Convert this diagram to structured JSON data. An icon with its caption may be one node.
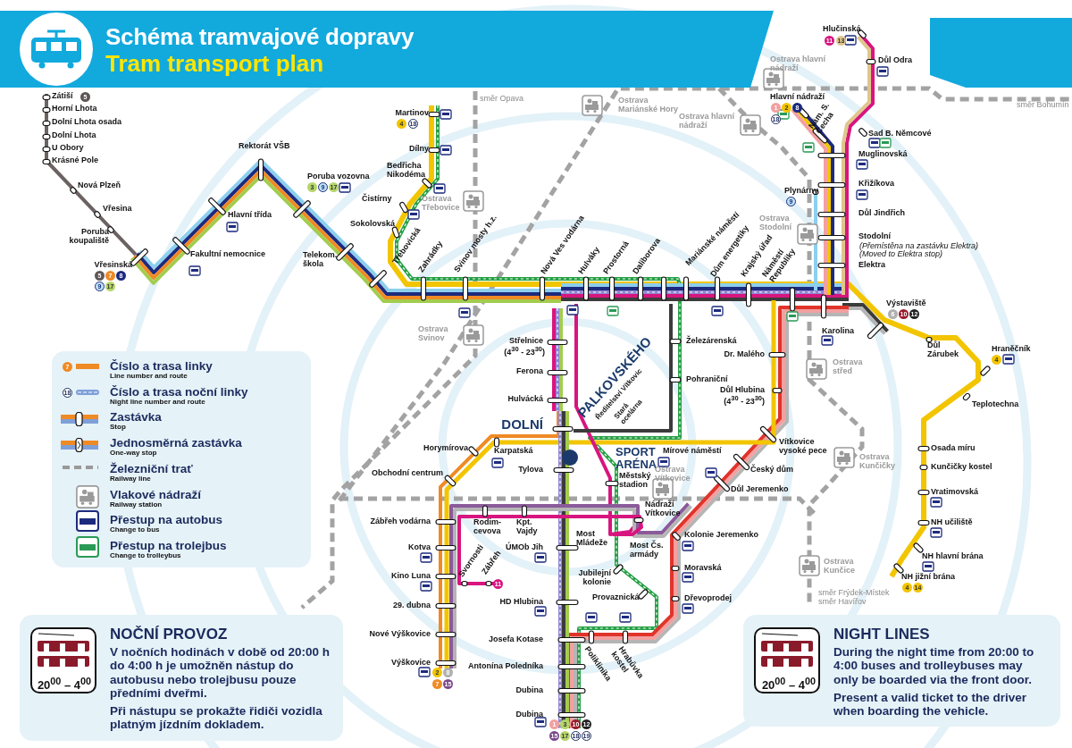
{
  "diagram": {
    "title": "Schéma tramvajové dopravy",
    "nodes": [
      {
        "text": [
          "NOČNÍ PROVOZ",
          "V nočních hodinách v době od 20:00 h do 4:00 h je umožněn nástup do autobusu nebo trolejbusu pouze předními dveřmi.",
          "Při nástupu se prokažte řidiči vozidla platným jízdním dokladem."
        ]
      },
      {
        "text": [
          "NIGHT LINES",
          "During the night time from 20:00 to 4:00 buses and trolleybuses may only be boarded via the front door.",
          "Present a valid ticket to the driver when boarding the vehicle."
        ]
      }
    ],
    "labels": [
      "Tram transport plan",
      "Zátiší",
      "5",
      "Horní Lhota",
      "Dolní Lhota osada",
      "Dolní Lhota",
      "U Obory",
      "Krásné Pole",
      "Nová Plzeň",
      "Vřesina",
      "Poruba koupaliště",
      "Vřesinská",
      "5",
      "7",
      "8",
      "9",
      "17",
      "Rektorát VŠB",
      "Hlavní třída",
      "Fakultní nemocnice",
      "Poruba vozovna",
      "3",
      "9",
      "17",
      "Telekom. škola",
      "Sokolovská",
      "Martinov",
      "4",
      "18",
      "Dílny",
      "Bedřicha Nikodéma",
      "Čistírny",
      "Ostrava Třebovice",
      "Třebovická",
      "Zahrádky",
      "Svinov mosty h.z.",
      "směr Opava",
      "Ostrava Svinov",
      "Nová Ves vodárna",
      "Hulváky",
      "Prostorná",
      "Daliborova",
      "Mariánské náměstí",
      "Ostrava Mariánské Hory",
      "Ostrava hlavní nádraží",
      "Dům energetiky",
      "Krajský úřad",
      "Náměstí Republiky",
      "Ostrava Stodolní",
      "Plynárny",
      "9",
      "Ostrava hlavní nádraží",
      "Hlavní nádraží",
      "1",
      "2",
      "8",
      "18",
      "Nám. S. Čecha",
      "Hlučinská",
      "11",
      "13",
      "Důl Odra",
      "směr Bohumín",
      "Sad B. Němcové",
      "Muglinovská",
      "Křižíkova",
      "Důl Jindřich",
      "Stodolní",
      "(Přemístěna na zastávku Elektra)",
      "(Moved to Elektra stop)",
      "Elektra",
      "Výstaviště",
      "6",
      "10",
      "12",
      "Karolina",
      "Důl Zárubek",
      "Hraněčník",
      "4",
      "Teplotechna",
      "Ostrava střed",
      "Železárenská",
      "Dr. Malého",
      "Pohraniční",
      "Důl Hlubina",
      "(4$^{30}$ - 23$^{30}$)",
      "Střelnice",
      "(4$^{30}$ - 23$^{30}$)",
      "Ferona",
      "Hulvácká",
      "PALKOVSKÉHO",
      "Ředitelství Vítkovic",
      "Stará ocelárna",
      "DOLNÍ",
      "Horymírova",
      "Karpatská",
      "SPORT ARÉNA",
      "Mírové náměstí",
      "Obchodní centrum",
      "Tylova",
      "Městský stadion",
      "Ostrava Vítkovice",
      "Vítkovice vysoké pece",
      "Český dům",
      "Důl Jeremenko",
      "Ostrava Kunčičky",
      "Osada míru",
      "Kunčičky kostel",
      "Vratimovská",
      "NH učiliště",
      "NH hlavní brána",
      "NH jižní brána",
      "4",
      "14",
      "Ostrava Kunčice",
      "směr Frýdek-Místek",
      "směr Havířov",
      "Zábřeh vodárna",
      "Rodim- cevova",
      "Kpt. Vajdy",
      "Nádraží Vítkovice",
      "Most Mládeže",
      "Most Čs. armády",
      "Kolonie Jeremenko",
      "ÚMOb Jih",
      "Kotva",
      "Kino Luna",
      "Svornosti",
      "Zábřeh",
      "11",
      "Jubilejní kolonie",
      "Moravská",
      "Provaznická",
      "HD Hlubina",
      "Dřevoprodej",
      "29. dubna",
      "Nové Výškovice",
      "Josefa Kotase",
      "Poliklinika",
      "Hrabůvka kostel",
      "Výškovice",
      "2",
      "8",
      "7",
      "15",
      "Antonína Poledníka",
      "Dubina",
      "Dubina",
      "1",
      "3",
      "10",
      "12",
      "15",
      "17",
      "18",
      "19",
      "Line number and route",
      "Night line number and route",
      "Stop",
      "One-way stop",
      "Railway line",
      "Railway station",
      "Change to bus",
      "Change to trolleybus",
      "20$^{00}$ – 4$^{00}$",
      "20$^{00}$ – 4$^{00}$",
      "7",
      "18"
    ],
    "legend": [
      {
        "text": "Číslo a trasa linky"
      },
      {
        "text": "Číslo a trasa noční linky"
      },
      {
        "text": "Zastávka"
      },
      {
        "text": "Jednosměrná zastávka"
      },
      {
        "text": "Železniční trať"
      },
      {
        "text": "Vlakové nádraží"
      },
      {
        "text": "Přestup na autobus"
      },
      {
        "text": "Přestup na trolejbus"
      }
    ]
  }
}
